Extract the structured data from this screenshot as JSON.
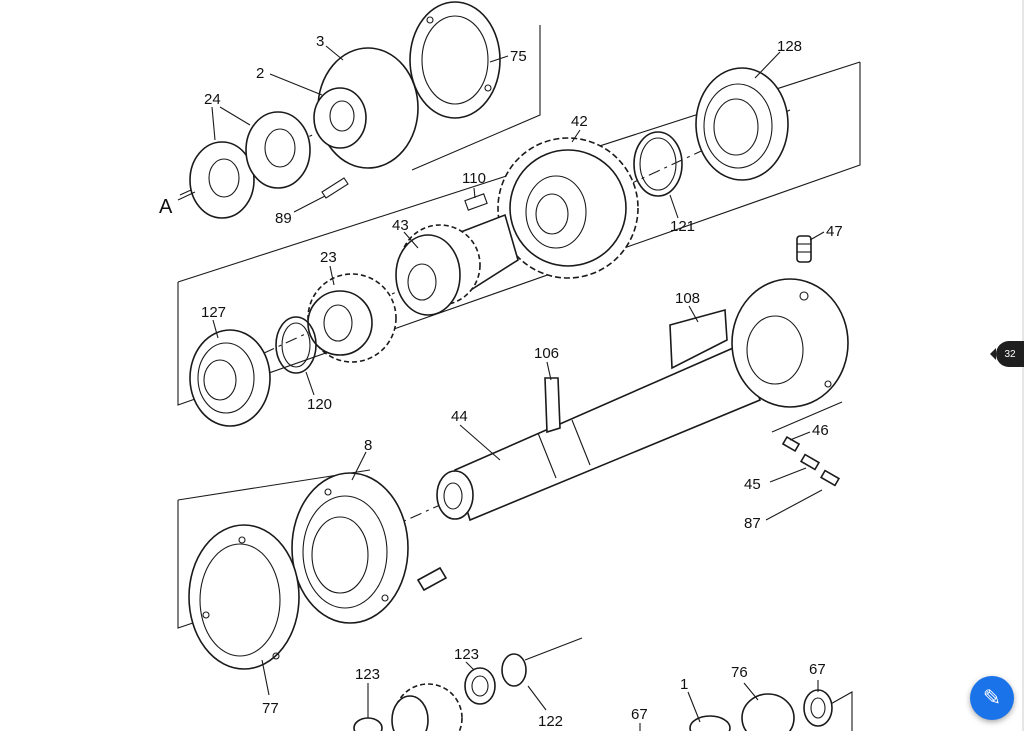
{
  "diagram": {
    "part_labels": {
      "p3": "3",
      "p2": "2",
      "p75": "75",
      "p128": "128",
      "p24": "24",
      "pA": "A",
      "p89": "89",
      "p42": "42",
      "p110": "110",
      "p121": "121",
      "p43": "43",
      "p23": "23",
      "p47": "47",
      "p127": "127",
      "p108": "108",
      "p106": "106",
      "p120": "120",
      "p44": "44",
      "p46": "46",
      "p8": "8",
      "p45": "45",
      "p87": "87",
      "p123a": "123",
      "p123b": "123",
      "p77": "77",
      "p122": "122",
      "p67a": "67",
      "p1": "1",
      "p76": "76",
      "p67b": "67"
    }
  },
  "viewer": {
    "page_badge": "32",
    "edit_icon": "pencil-icon",
    "accent_color": "#1a73e8"
  }
}
